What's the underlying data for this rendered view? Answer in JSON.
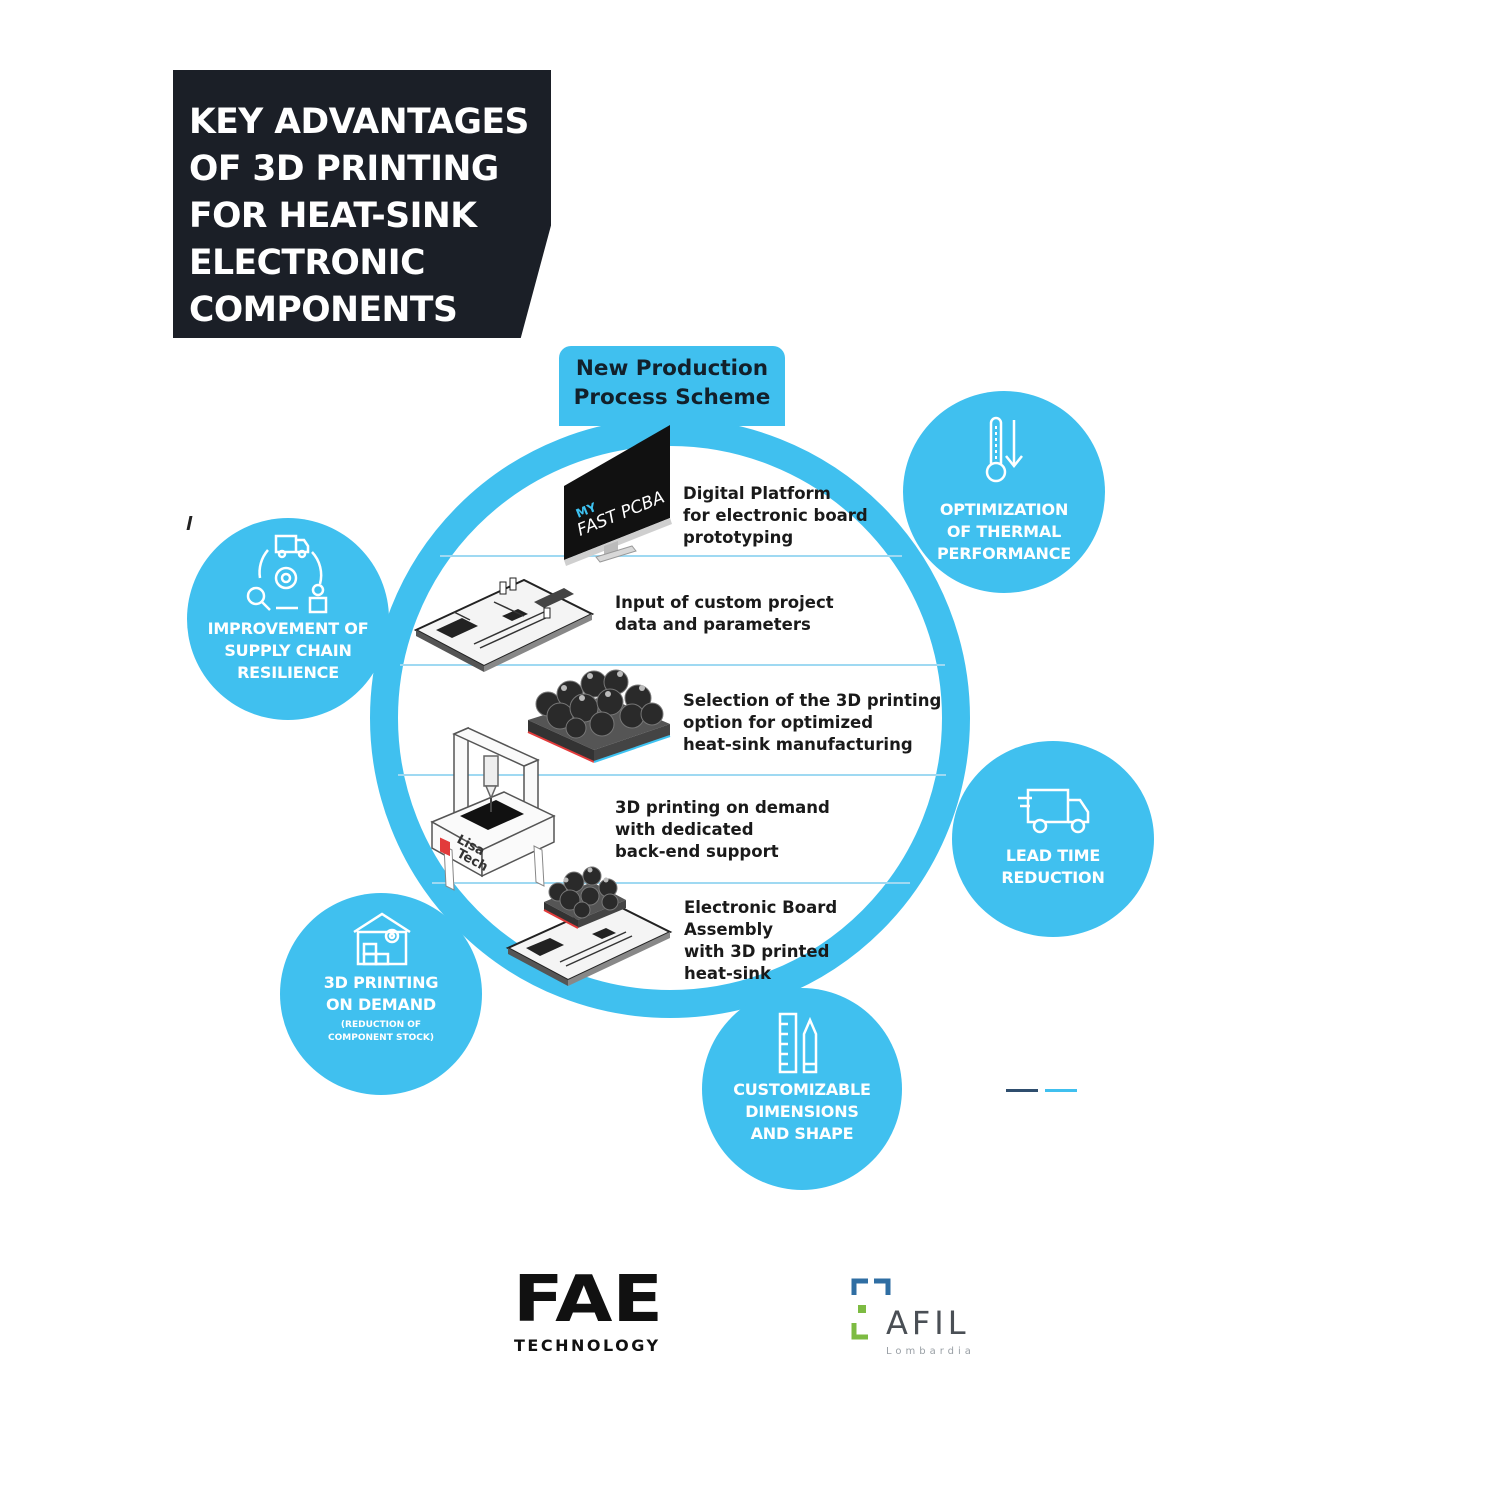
{
  "title": {
    "lines": [
      "KEY ADVANTAGES",
      "OF 3D PRINTING",
      "FOR HEAT-SINK",
      "ELECTRONIC",
      "COMPONENTS"
    ]
  },
  "scheme_tab": {
    "lines": [
      "New Production",
      "Process Scheme"
    ]
  },
  "steps": [
    {
      "lines": [
        "Digital Platform",
        "for electronic board",
        "prototyping"
      ],
      "screen_text": {
        "line1": "MY",
        "line2": "FAST PCBA"
      }
    },
    {
      "lines": [
        "Input of custom project",
        "data and parameters"
      ]
    },
    {
      "lines": [
        "Selection of the 3D printing",
        "option for optimized",
        "heat-sink manufacturing"
      ]
    },
    {
      "lines": [
        "3D printing on demand",
        "with dedicated",
        "back-end support"
      ],
      "machine_text": {
        "line1": "Lisa",
        "line2": "Tech"
      }
    },
    {
      "lines": [
        "Electronic Board",
        "Assembly",
        "with 3D printed",
        "heat-sink"
      ]
    }
  ],
  "advantages": {
    "thermal": {
      "lines": [
        "OPTIMIZATION",
        "OF THERMAL",
        "PERFORMANCE"
      ],
      "icon": "thermometer-down-icon"
    },
    "supply_chain": {
      "lines": [
        "IMPROVEMENT OF",
        "SUPPLY CHAIN",
        "RESILIENCE"
      ],
      "icon": "supply-chain-cycle-icon"
    },
    "lead_time": {
      "lines": [
        "LEAD TIME",
        "REDUCTION"
      ],
      "icon": "delivery-truck-icon"
    },
    "on_demand": {
      "lines": [
        "3D PRINTING",
        "ON DEMAND"
      ],
      "sub_lines": [
        "(REDUCTION OF",
        "COMPONENT STOCK)"
      ],
      "icon": "warehouse-gear-icon"
    },
    "custom": {
      "lines": [
        "CUSTOMIZABLE",
        "DIMENSIONS",
        "AND SHAPE"
      ],
      "icon": "ruler-pencil-icon"
    }
  },
  "logos": {
    "fae": {
      "mark": "FAE",
      "word": "TECHNOLOGY"
    },
    "afil": {
      "word": "AFIL",
      "sub": "Lombardia"
    }
  },
  "colors": {
    "accent": "#40c0ef",
    "title_bg": "#1b1f27",
    "divider": "#9fd9f2",
    "afil_green": "#7dbb42",
    "afil_blue": "#2f6ea3"
  }
}
